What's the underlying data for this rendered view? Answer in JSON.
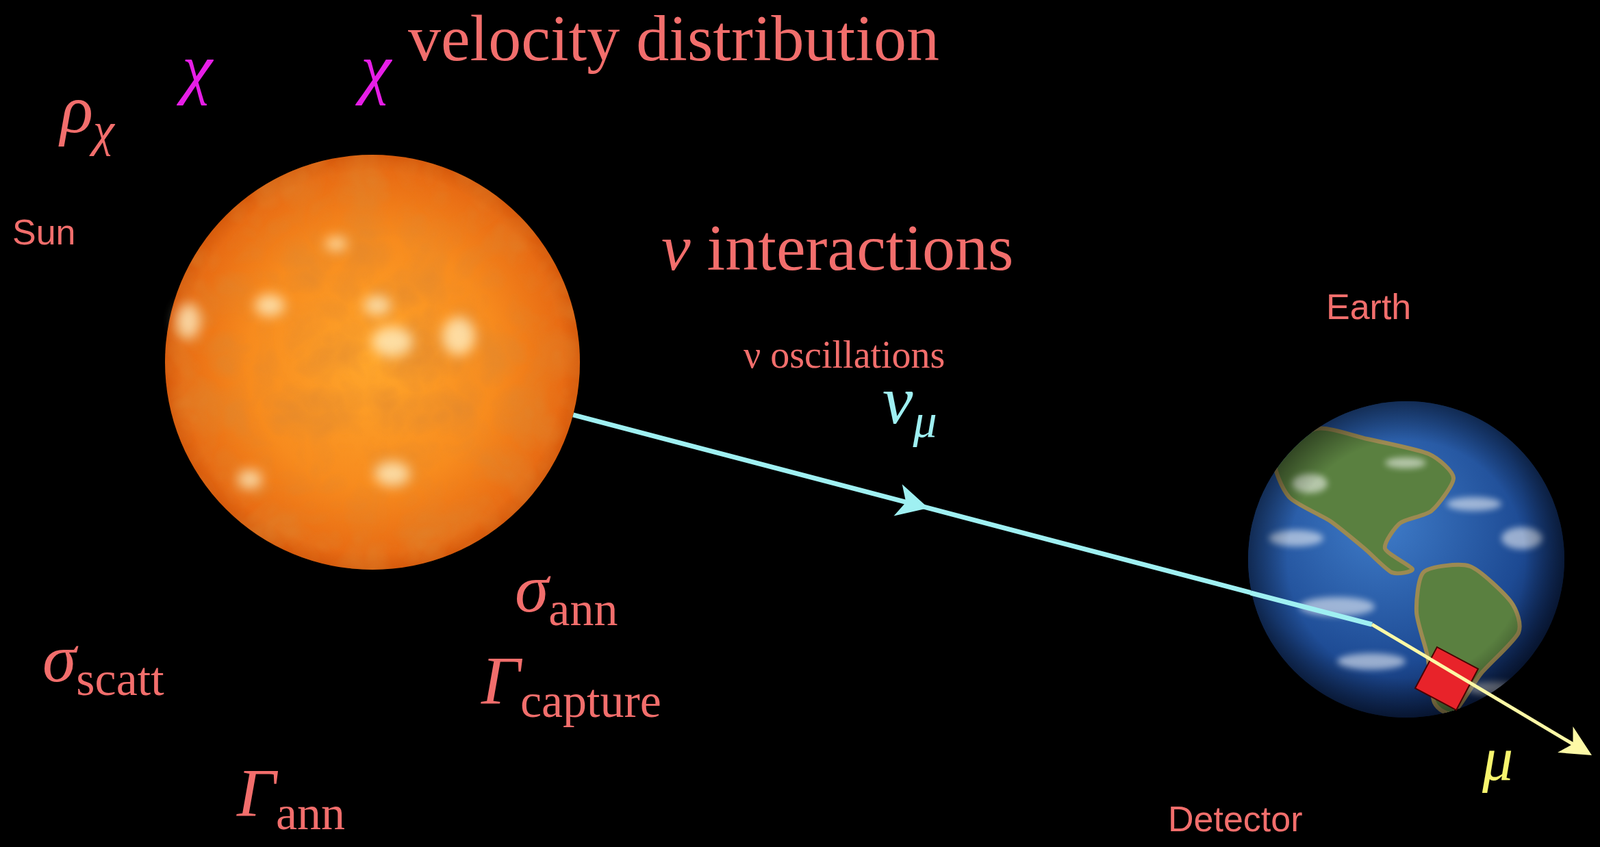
{
  "diagram": {
    "nodes": [
      {
        "text": [
          "Sun"
        ]
      },
      {
        "text": [
          "Earth"
        ]
      },
      {
        "text": [
          "Detector"
        ],
        "in": 1
      }
    ],
    "edges": [
      {
        "from": 0,
        "to": 1,
        "arrow": "to",
        "label": "νμ"
      }
    ],
    "labels": [
      "χ",
      "χ",
      "velocity distribution",
      "ρχ",
      "ν interactions",
      "ν oscillations",
      "σann",
      "σscatt",
      "Γcapture",
      "Γann",
      "μ"
    ]
  }
}
